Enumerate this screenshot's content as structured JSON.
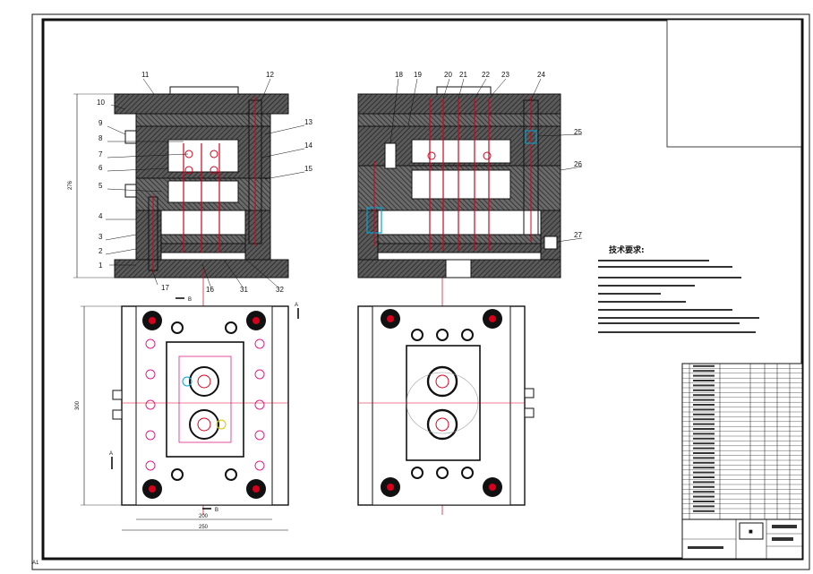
{
  "drawing": {
    "sheet_size": "A1",
    "part_labels": [
      "1",
      "2",
      "3",
      "4",
      "5",
      "6",
      "7",
      "8",
      "9",
      "10",
      "11",
      "12",
      "13",
      "14",
      "15",
      "16",
      "17",
      "18",
      "19",
      "20",
      "21",
      "22",
      "23",
      "24",
      "25",
      "26",
      "27",
      "31",
      "32"
    ],
    "dimensions": {
      "front_height": "276",
      "plan_height": "300",
      "plan_inner_width": "200",
      "plan_outer_width": "250"
    },
    "section_marks": {
      "a_left": "A",
      "a_right": "A",
      "b_top": "B",
      "b_bottom": "B"
    },
    "notes": {
      "title": "技术要求:"
    },
    "title_block": {
      "mark": "■"
    }
  },
  "colors": {
    "line": "#111111",
    "section_fill": "#4a4a4a",
    "hatch": "#2b2b2b",
    "centerline": "#d6001c",
    "pink": "#e0218a",
    "cyan": "#00a6d6",
    "yellow": "#d9c400",
    "green": "#00a550"
  }
}
